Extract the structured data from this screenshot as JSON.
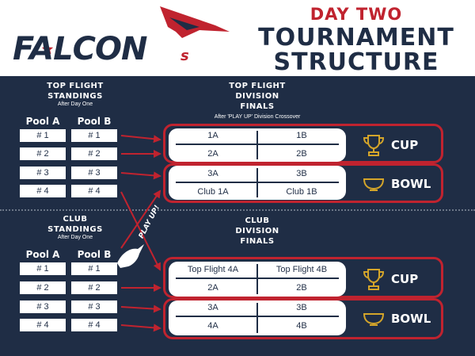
{
  "header": {
    "logo_main": "FALCON",
    "logo_suffix": "s",
    "day": "DAY TWO",
    "title_line1": "TOURNAMENT",
    "title_line2": "STRUCTURE"
  },
  "top_flight": {
    "standings_title_line1": "TOP FLIGHT",
    "standings_title_line2": "STANDINGS",
    "standings_sub": "After Day One",
    "finals_title_line1": "TOP FLIGHT",
    "finals_title_line2": "DIVISION",
    "finals_title_line3": "FINALS",
    "finals_sub": "After 'PLAY UP' Division Crossover",
    "pool_a": "Pool A",
    "pool_b": "Pool B",
    "seeds": [
      "# 1",
      "# 2",
      "# 3",
      "# 4"
    ],
    "cup": {
      "label": "CUP",
      "rows": [
        [
          "1A",
          "1B"
        ],
        [
          "2A",
          "2B"
        ]
      ]
    },
    "bowl": {
      "label": "BOWL",
      "rows": [
        [
          "3A",
          "3B"
        ],
        [
          "Club 1A",
          "Club 1B"
        ]
      ]
    }
  },
  "club": {
    "standings_title_line1": "CLUB",
    "standings_title_line2": "STANDINGS",
    "standings_sub": "After Day One",
    "finals_title_line1": "CLUB",
    "finals_title_line2": "DIVISION",
    "finals_title_line3": "FINALS",
    "pool_a": "Pool A",
    "pool_b": "Pool B",
    "seeds": [
      "# 1",
      "# 2",
      "# 3",
      "# 4"
    ],
    "cup": {
      "label": "CUP",
      "rows": [
        [
          "Top Flight 4A",
          "Top Flight 4B"
        ],
        [
          "2A",
          "2B"
        ]
      ]
    },
    "bowl": {
      "label": "BOWL",
      "rows": [
        [
          "3A",
          "3B"
        ],
        [
          "4A",
          "4B"
        ]
      ]
    }
  },
  "play_up": "PLAY UP!",
  "colors": {
    "navy": "#1f2d45",
    "red": "#c0232f",
    "gold": "#d4a52a",
    "white": "#ffffff"
  }
}
